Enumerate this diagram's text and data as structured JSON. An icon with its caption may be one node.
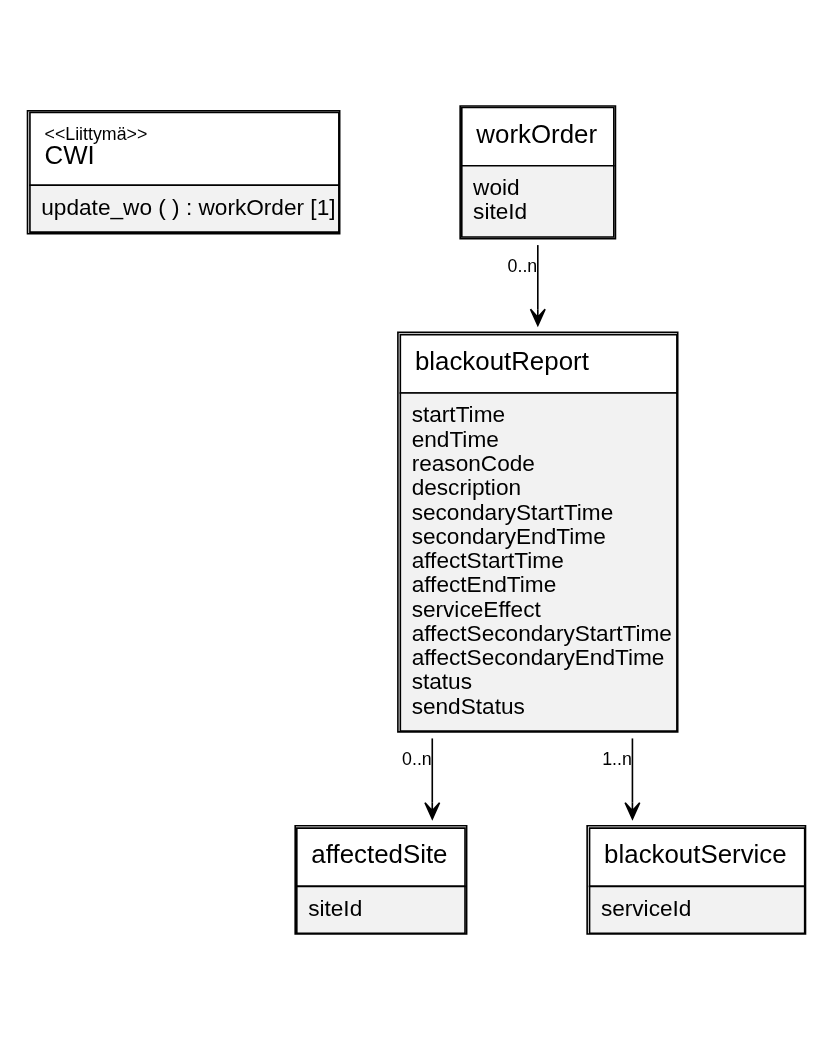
{
  "diagram": {
    "nodes": [
      {
        "text": [
          "<<Liittymä>>",
          "CWI",
          "update_wo ( ) : workOrder [1]"
        ]
      },
      {
        "text": [
          "workOrder",
          "woid",
          "siteId"
        ]
      },
      {
        "text": [
          "blackoutReport",
          "startTime",
          "endTime",
          "reasonCode",
          "description",
          "secondaryStartTime",
          "secondaryEndTime",
          "affectStartTime",
          "affectEndTime",
          "serviceEffect",
          "affectSecondaryStartTime",
          "affectSecondaryEndTime",
          "status",
          "sendStatus"
        ]
      },
      {
        "text": [
          "affectedSite",
          "siteId"
        ]
      },
      {
        "text": [
          "blackoutService",
          "serviceId"
        ]
      }
    ],
    "edges": [
      {
        "from": 1,
        "to": 2,
        "arrow": "to",
        "label": "0..n"
      },
      {
        "from": 2,
        "to": 3,
        "arrow": "to",
        "label": "0..n"
      },
      {
        "from": 2,
        "to": 4,
        "arrow": "to",
        "label": "1..n"
      }
    ]
  }
}
